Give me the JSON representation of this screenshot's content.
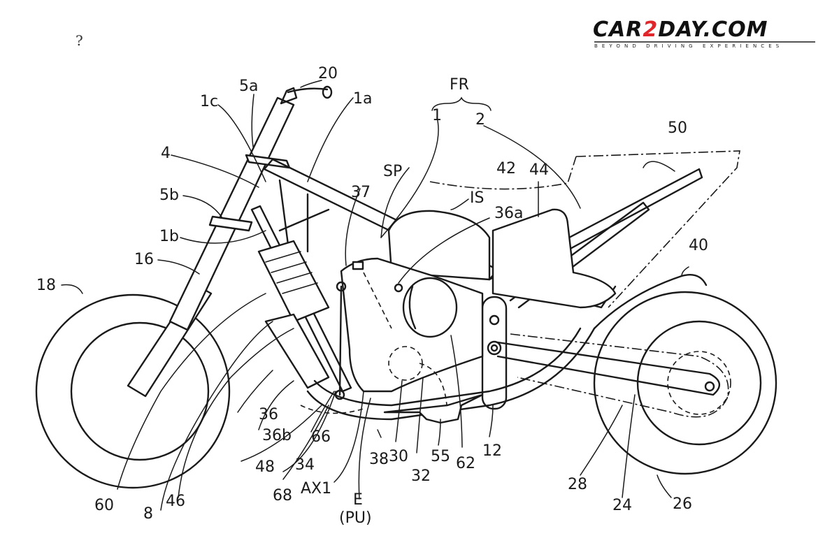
{
  "logo": {
    "brand_pre": "CAR",
    "brand_two": "2",
    "brand_post": "DAY.COM",
    "tagline": "BEYOND DRIVING EXPERIENCES",
    "accent_color": "#e0262a"
  },
  "corner_mark": "?",
  "group_label": "FR",
  "labels": {
    "l20": "20",
    "l5a": "5a",
    "l1c": "1c",
    "l1a": "1a",
    "l4": "4",
    "l5b": "5b",
    "l1b": "1b",
    "l16": "16",
    "l18": "18",
    "lFR": "FR",
    "l1": "1",
    "l2": "2",
    "l50": "50",
    "l42": "42",
    "l44": "44",
    "lSP": "SP",
    "l37": "37",
    "lIS": "IS",
    "l36a": "36a",
    "l40": "40",
    "l36": "36",
    "l36b": "36b",
    "l66": "66",
    "l48": "48",
    "l34": "34",
    "l68": "68",
    "lAX1": "AX1",
    "lE": "E",
    "lPU": "(PU)",
    "l38": "38",
    "l30": "30",
    "l32": "32",
    "l55": "55",
    "l62": "62",
    "l12": "12",
    "l60": "60",
    "l8": "8",
    "l46": "46",
    "l28": "28",
    "l24": "24",
    "l26": "26"
  }
}
